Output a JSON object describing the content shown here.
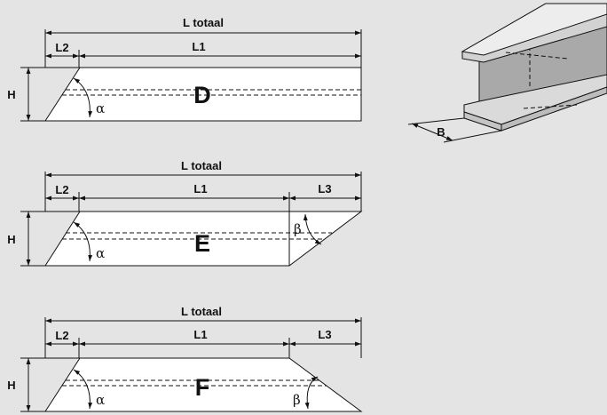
{
  "colors": {
    "background": "#e4e4e4",
    "line": "#111111",
    "beam_fill": "#ffffff"
  },
  "panels": [
    {
      "id": "D",
      "letter": "D",
      "total": "L totaal",
      "l1": "L1",
      "l2": "L2",
      "l3": "",
      "h": "H",
      "alpha": "α",
      "beta": ""
    },
    {
      "id": "E",
      "letter": "E",
      "total": "L totaal",
      "l1": "L1",
      "l2": "L2",
      "l3": "L3",
      "h": "H",
      "alpha": "α",
      "beta": "β"
    },
    {
      "id": "F",
      "letter": "F",
      "total": "L totaal",
      "l1": "L1",
      "l2": "L2",
      "l3": "L3",
      "h": "H",
      "alpha": "α",
      "beta": "β"
    }
  ],
  "profile": {
    "label": "B",
    "shape": "i-beam-icon"
  }
}
